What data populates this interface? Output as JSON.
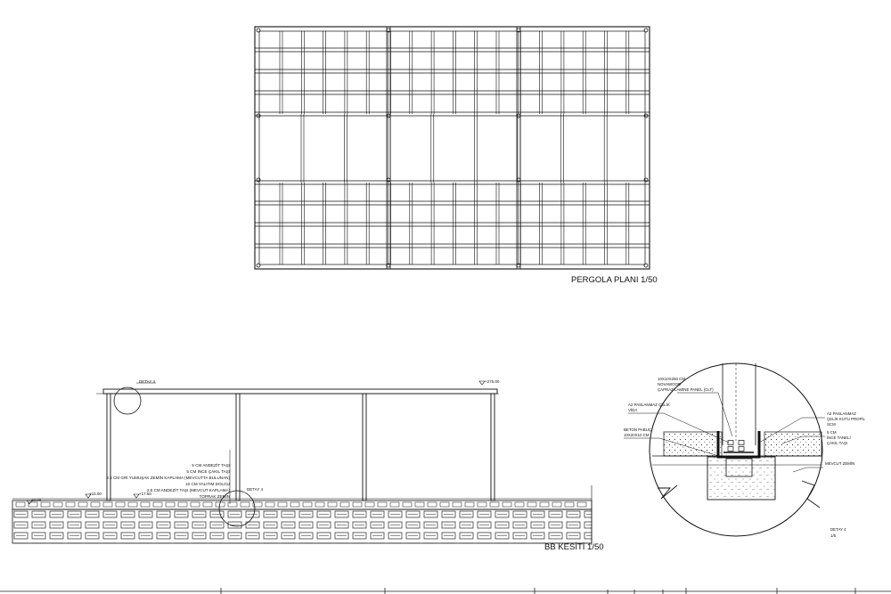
{
  "plan": {
    "title": "PERGOLA PLANI 1/50"
  },
  "section": {
    "title": "BB KESİTİ 1/50",
    "detail3_tag": "DETAY 3",
    "detail4_tag": "DETAY 4",
    "level_top": "+275.00",
    "level_zero": "±0.00",
    "level_15": "+15.00",
    "level_17": "+17.50",
    "layers": [
      "5 CM ANDEZİT TAŞI",
      "5 CM İNCE ÇAKIL TAŞI",
      "2.5 CM GRİ YUMUŞAK ZEMİN KAPLAMA (MEVCUTTA BULUNAN)",
      "10 CM YALITIM DOLGU",
      "2.5 CM ANDEZİT TAŞI (MEVCUT KAPLAMA)",
      "TOPRAK ZEMİN"
    ]
  },
  "detail": {
    "label_panel_1": "10X10X250 CM",
    "label_panel_2": "NOVAWOOD",
    "label_panel_3": "ÇAPRAZ LAMİNE PANEL (CLT)",
    "label_steel_1": "A2 PASLANMAZ ÇELİK",
    "label_steel_2": "VİDA",
    "label_base_1": "BETON PABUÇ",
    "label_base_2": "10X20X10 CM",
    "label_profile_1": "A2 PASLANMAZ",
    "label_profile_2": "ÇELİK KUTU PROFİL",
    "label_profile_3": "SCM",
    "label_gravel_1": "5 CM",
    "label_gravel_2": "İNCE TANELİ",
    "label_gravel_3": "ÇAKIL TAŞI",
    "label_ground": "MEVCUT ZEMİN",
    "tag": "DETAY 4",
    "scale": "1/5"
  }
}
